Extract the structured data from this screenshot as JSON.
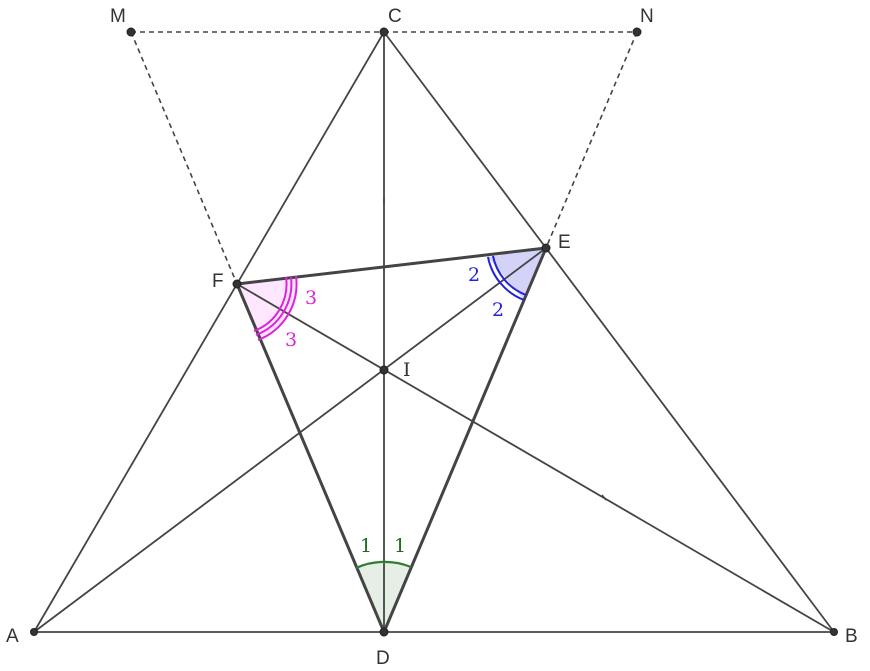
{
  "points": {
    "A": "A",
    "B": "B",
    "C": "C",
    "D": "D",
    "E": "E",
    "F": "F",
    "I": "I",
    "M": "M",
    "N": "N"
  },
  "angle_marks": {
    "D_left": "1",
    "D_right": "1",
    "E_top": "2",
    "E_bottom": "2",
    "F_top": "3",
    "F_bottom": "3"
  },
  "colors": {
    "line": "#444444",
    "point": "#333333",
    "angle1": "#2e7d32",
    "angle2": "#2222dd",
    "angle3": "#dd22dd"
  }
}
